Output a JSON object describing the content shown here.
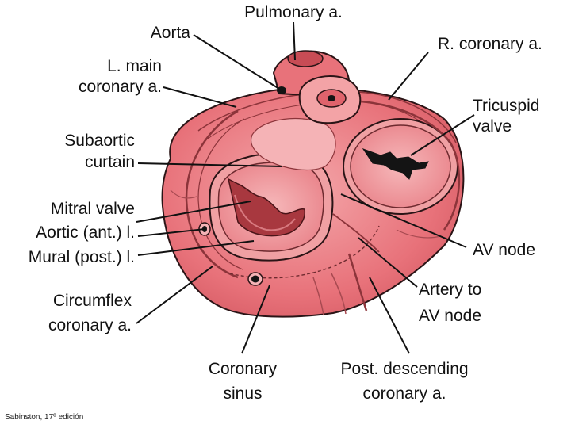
{
  "labels": {
    "pulmonary": "Pulmonary a.",
    "aorta": "Aorta",
    "r_coronary": "R. coronary a.",
    "l_main_1": "L. main",
    "l_main_2": "coronary a.",
    "tricuspid_1": "Tricuspid",
    "tricuspid_2": "valve",
    "subaortic_1": "Subaortic",
    "subaortic_2": "curtain",
    "mitral": "Mitral valve",
    "aortic_ant": "Aortic (ant.) l.",
    "mural_post": "Mural (post.) l.",
    "av_node": "AV node",
    "artery_av_1": "Artery to",
    "artery_av_2": "AV node",
    "circumflex_1": "Circumflex",
    "circumflex_2": "coronary a.",
    "coronary_sinus_1": "Coronary",
    "coronary_sinus_2": "sinus",
    "post_desc_1": "Post. descending",
    "post_desc_2": "coronary a."
  },
  "credit": "Sabinston, 17º edición",
  "colors": {
    "tissue": "#e8727a",
    "tissue_light": "#f3a3a6",
    "tissue_dark": "#b8484f",
    "outline": "#2a1416",
    "leader": "#111111"
  }
}
